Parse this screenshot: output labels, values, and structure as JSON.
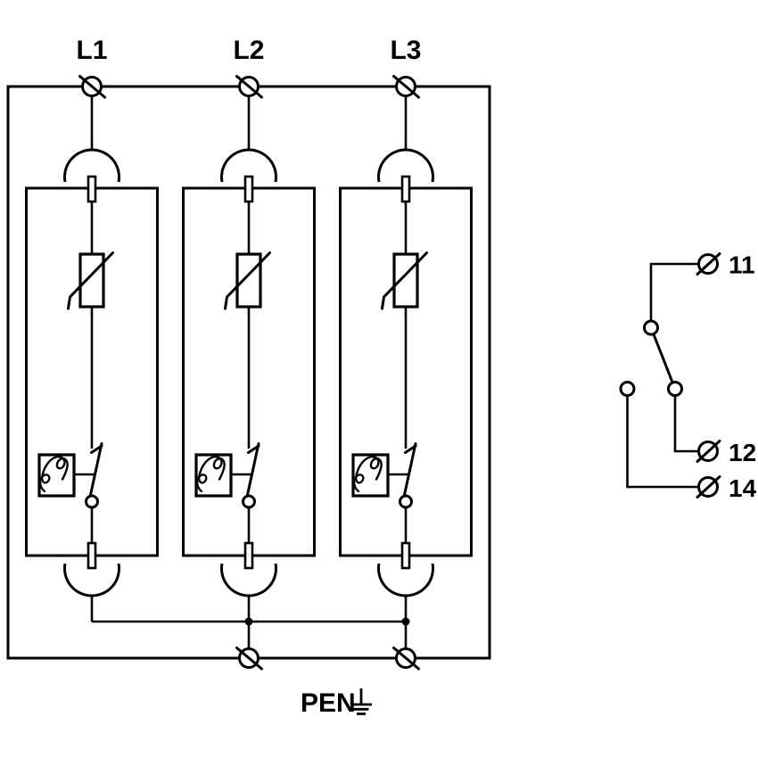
{
  "diagram": {
    "background_color": "#ffffff",
    "line_color": "#000000",
    "phase_labels": [
      "L1",
      "L2",
      "L3"
    ],
    "pen_label": "PEN",
    "remote_contact_labels": [
      "11",
      "12",
      "14"
    ],
    "icons": {
      "terminal": "circle-with-diagonal-slash",
      "earth": "earth-ground-symbol",
      "varistor": "rect-with-diagonal-strike",
      "thermal_disconnect": "squiggle-in-box",
      "plug_connection": "arc",
      "switch_pivot": "open-circle",
      "junction": "filled-dot"
    }
  }
}
